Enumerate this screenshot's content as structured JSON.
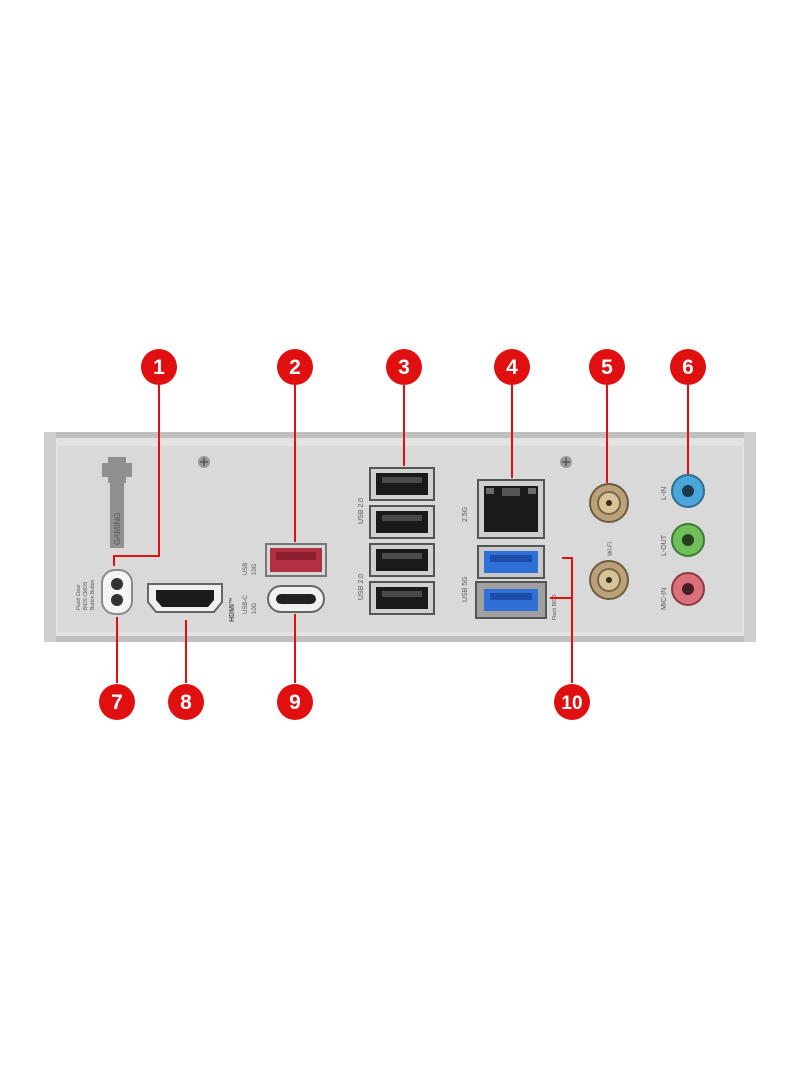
{
  "callouts": [
    "1",
    "2",
    "3",
    "4",
    "5",
    "6",
    "7",
    "8",
    "9",
    "10"
  ],
  "labels": {
    "gaming": "GAMING",
    "clear_cmos": "Flash Clear",
    "bios_cmos": "BIOS CMOS",
    "button_button": "Button Button",
    "usb_red_1": "USB",
    "usb_red_2": "10G",
    "usb_c_1": "USB-C",
    "usb_c_2": "10G",
    "hdmi": "HDMI™",
    "usb20_top": "USB 2.0",
    "usb20_bottom": "USB 2.0",
    "lan": "2.5G",
    "usb5g": "USB 5G",
    "flash_bios": "Flash BIOS",
    "wifi": "Wi-Fi",
    "line_in": "L-IN",
    "line_out": "L-OUT",
    "mic_in": "MIC-IN"
  },
  "colors": {
    "callout": "#e01010",
    "panel": "#d9d9d9",
    "usb_red": "#b23040",
    "usb_blue": "#2f6fd8",
    "audio_blue": "#4aa6d8",
    "audio_green": "#6fbf5a",
    "audio_pink": "#d9707a"
  }
}
